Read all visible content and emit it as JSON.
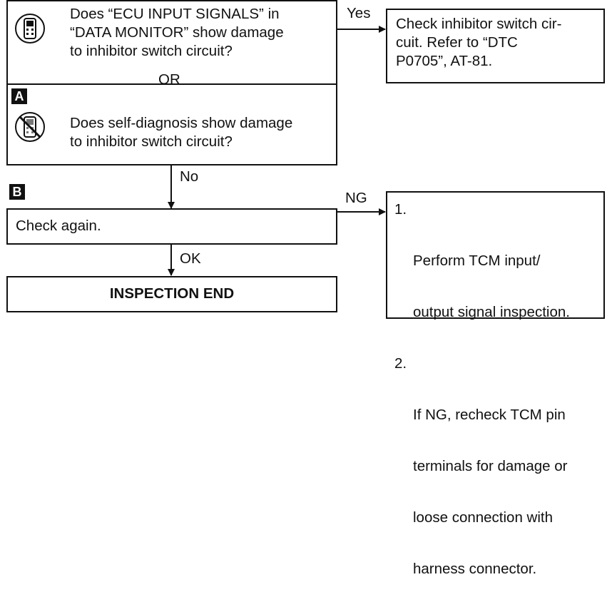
{
  "question": {
    "consult_line1": "Does “ECU INPUT SIGNALS” in",
    "consult_line2": "“DATA MONITOR” show damage",
    "consult_line3": "to inhibitor switch circuit?",
    "or_label": "OR",
    "badge_a": "A",
    "selfdiag_line1": "Does self-diagnosis show damage",
    "selfdiag_line2": "to inhibitor switch circuit?"
  },
  "yes_branch": {
    "label": "Yes",
    "line1": "Check inhibitor switch cir-",
    "line2": "cuit. Refer to “DTC",
    "line3": "P0705”, AT-81."
  },
  "no_label": "No",
  "badge_b": "B",
  "check_again": "Check again.",
  "ng_branch": {
    "label": "NG",
    "steps": [
      {
        "num": "1.",
        "line1": "Perform TCM input/",
        "line2": "output signal inspection."
      },
      {
        "num": "2.",
        "line1": "If NG, recheck TCM pin",
        "line2": "terminals for damage or",
        "line3": "loose connection with",
        "line4": "harness connector."
      }
    ]
  },
  "ok_label": "OK",
  "end_label": "INSPECTION END",
  "icons": {
    "consult": "consult-tester-icon",
    "no_tools": "no-tools-icon"
  }
}
